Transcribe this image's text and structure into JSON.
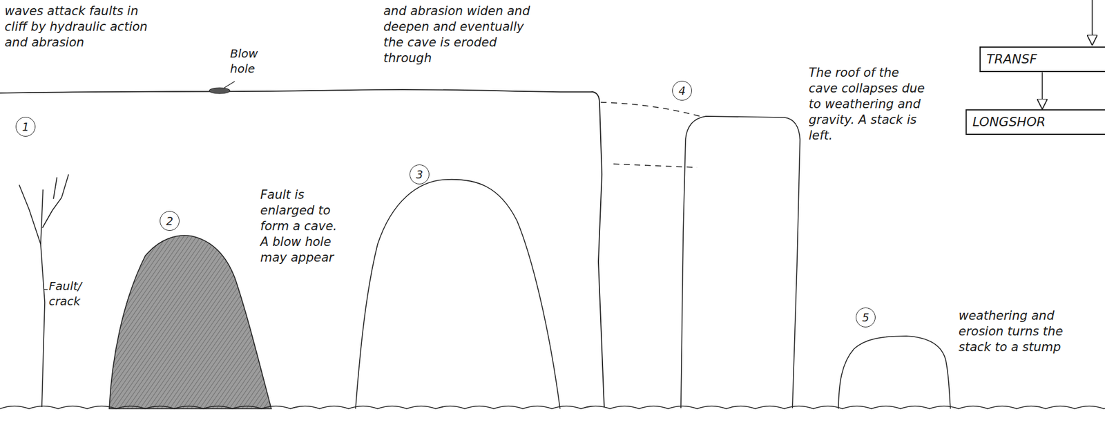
{
  "diagram": {
    "nodes": [
      {
        "text": [
          "TRANSF"
        ]
      },
      {
        "text": [
          "LONGSHOR"
        ]
      },
      {
        "text": [
          "1"
        ]
      },
      {
        "text": [
          "2"
        ]
      },
      {
        "text": [
          "3"
        ]
      },
      {
        "text": [
          "4"
        ]
      },
      {
        "text": [
          "5"
        ]
      }
    ],
    "edges": [
      {
        "from": 0,
        "to": 1,
        "arrow": "to"
      }
    ],
    "labels": [
      "waves attack faults in cliff by hydraulic action and abrasion",
      "Blow hole",
      "Fault/ crack",
      "Fault is enlarged to form a cave. A blow hole may appear",
      "and abrasion widen and deepen and eventually the cave is eroded through",
      "The roof of the cave collapses due to weathering and gravity. A stack is left.",
      "weathering and erosion turns the stack to a stump"
    ]
  }
}
